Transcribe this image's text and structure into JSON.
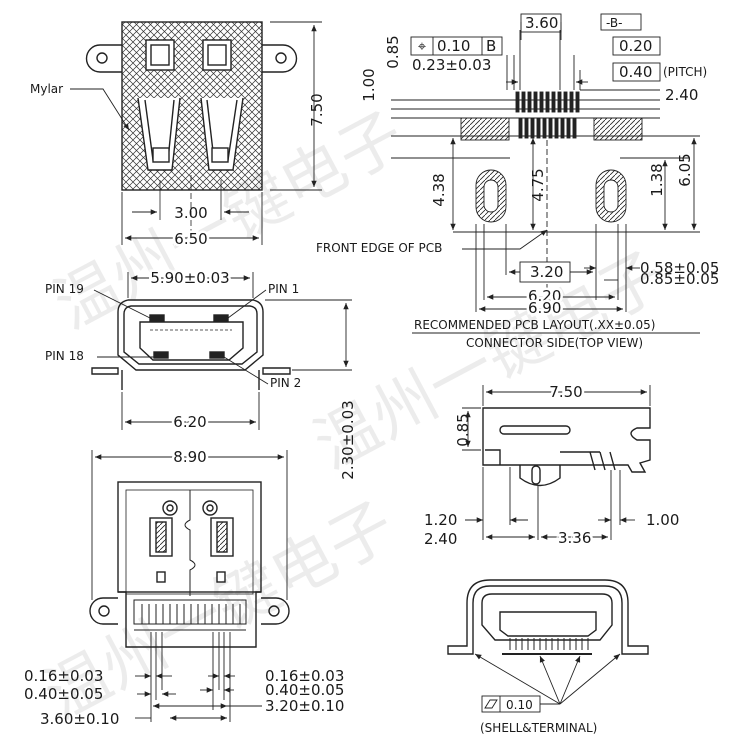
{
  "labels": {
    "mylar": "Mylar",
    "pin19": "PIN 19",
    "pin1": "PIN  1",
    "pin18": "PIN  18",
    "pin2": "PIN  2",
    "front_edge": "FRONT EDGE OF PCB",
    "layout_title": "RECOMMENDED PCB LAYOUT(.XX±0.05)",
    "layout_subtitle": "CONNECTOR SIDE(TOP VIEW)",
    "shell_terminal": "(SHELL&TERMINAL)",
    "pitch": "(PITCH)"
  },
  "tolerance": {
    "symbol": "⌖",
    "value": "0.10",
    "datum": "B",
    "datum_tag": "-B-",
    "flatness_value": "0.10"
  },
  "dims": {
    "top_height": "7.50",
    "w300": "3.00",
    "w650": "6.50",
    "w590": "5.90±0.03",
    "w620_front": "6.20",
    "h230": "2.30±0.03",
    "w890": "8.90",
    "t016_l": "0.16±0.03",
    "t040_l": "0.40±0.05",
    "t360_l": "3.60±0.10",
    "t016_r": "0.16±0.03",
    "t040_r": "0.40±0.05",
    "t320_r": "3.20±0.10",
    "p085": "0.85",
    "p100": "1.00",
    "p023": "0.23±0.03",
    "p360": "3.60",
    "p020": "0.20",
    "p040": "0.40",
    "p240": "2.40",
    "p438": "4.38",
    "p475": "4.75",
    "p138": "1.38",
    "p605": "6.05",
    "p320": "3.20",
    "p620": "6.20",
    "p690": "6.90",
    "p058": "0.58±0.05",
    "p085b": "0.85±0.05",
    "s750": "7.50",
    "s085": "0.85",
    "s120": "1.20",
    "s240": "2.40",
    "s336": "3.36",
    "s100": "1.00"
  },
  "watermark": {
    "line_top": "温州一键电子",
    "line_mid": "温州一键电子",
    "line_bottom": "温州一键电子"
  }
}
